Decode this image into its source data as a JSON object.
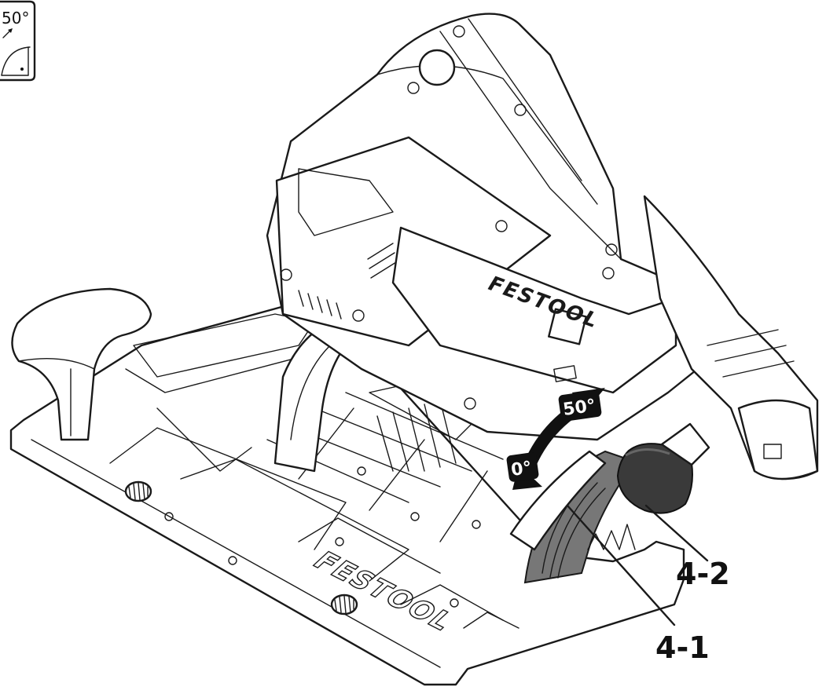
{
  "icon": {
    "angle_label": "50°"
  },
  "angle_badges": {
    "max": "50°",
    "min": "0°"
  },
  "logos": {
    "motor": "FESTOOL",
    "base": "FESTOOL"
  },
  "callouts": {
    "scale": "4-1",
    "knob": "4-2"
  },
  "colors": {
    "ink": "#1a1a1a",
    "badge": "#111111",
    "knob": "#3a3a3a",
    "scale": "#777777"
  }
}
